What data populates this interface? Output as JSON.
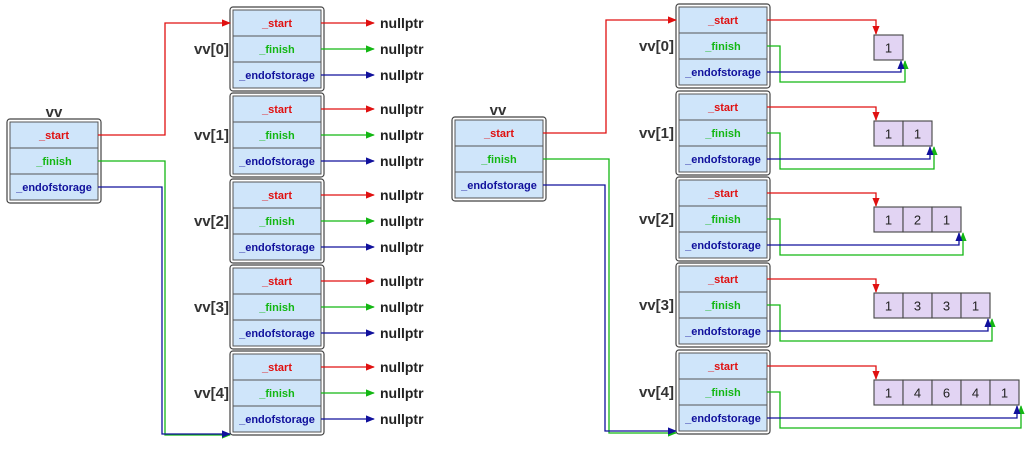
{
  "colors": {
    "start": "#e01010",
    "finish": "#13b713",
    "endofstorage": "#10109c",
    "field_fill": "#cfe5fa",
    "cell_fill": "#e2d4f3"
  },
  "fields": [
    "_start",
    "_finish",
    "_endofstorage"
  ],
  "outer_label": "vv",
  "left": {
    "rows": [
      "vv[0]",
      "vv[1]",
      "vv[2]",
      "vv[3]",
      "vv[4]"
    ],
    "null_label": "nullptr"
  },
  "right": {
    "rows": [
      "vv[0]",
      "vv[1]",
      "vv[2]",
      "vv[3]",
      "vv[4]"
    ],
    "arrays": [
      [
        "1"
      ],
      [
        "1",
        "1"
      ],
      [
        "1",
        "2",
        "1"
      ],
      [
        "1",
        "3",
        "3",
        "1"
      ],
      [
        "1",
        "4",
        "6",
        "4",
        "1"
      ]
    ]
  }
}
